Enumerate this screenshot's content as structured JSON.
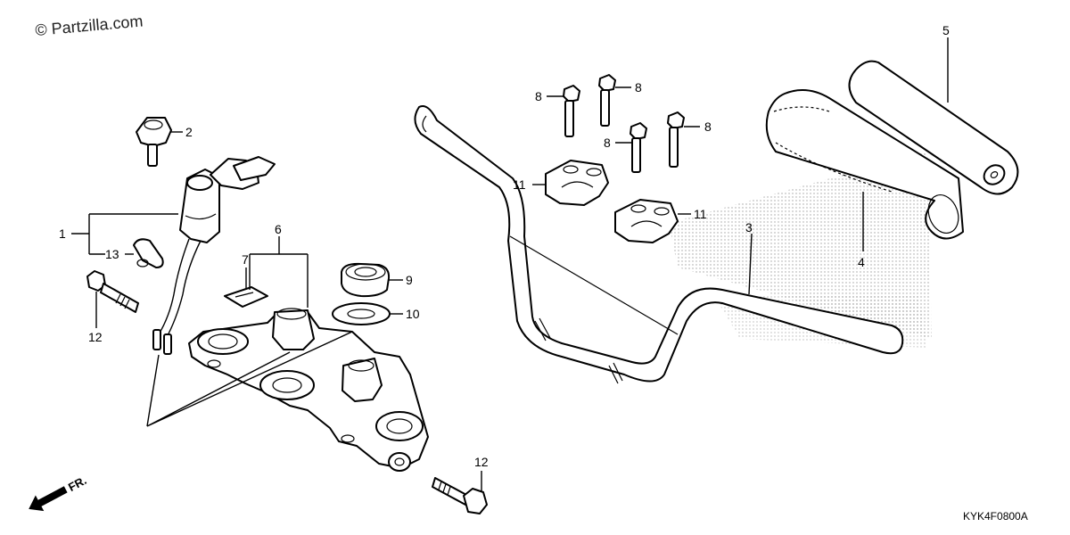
{
  "watermark": "© Partzilla.com",
  "diagram_code": "KYK4F0800A",
  "front_arrow_label": "FR.",
  "callouts": {
    "c1": "1",
    "c2": "2",
    "c3": "3",
    "c4": "4",
    "c5": "5",
    "c6": "6",
    "c7": "7",
    "c8a": "8",
    "c8b": "8",
    "c8c": "8",
    "c8d": "8",
    "c9": "9",
    "c10": "10",
    "c11a": "11",
    "c11b": "11",
    "c12a": "12",
    "c12b": "12",
    "c13": "13"
  }
}
